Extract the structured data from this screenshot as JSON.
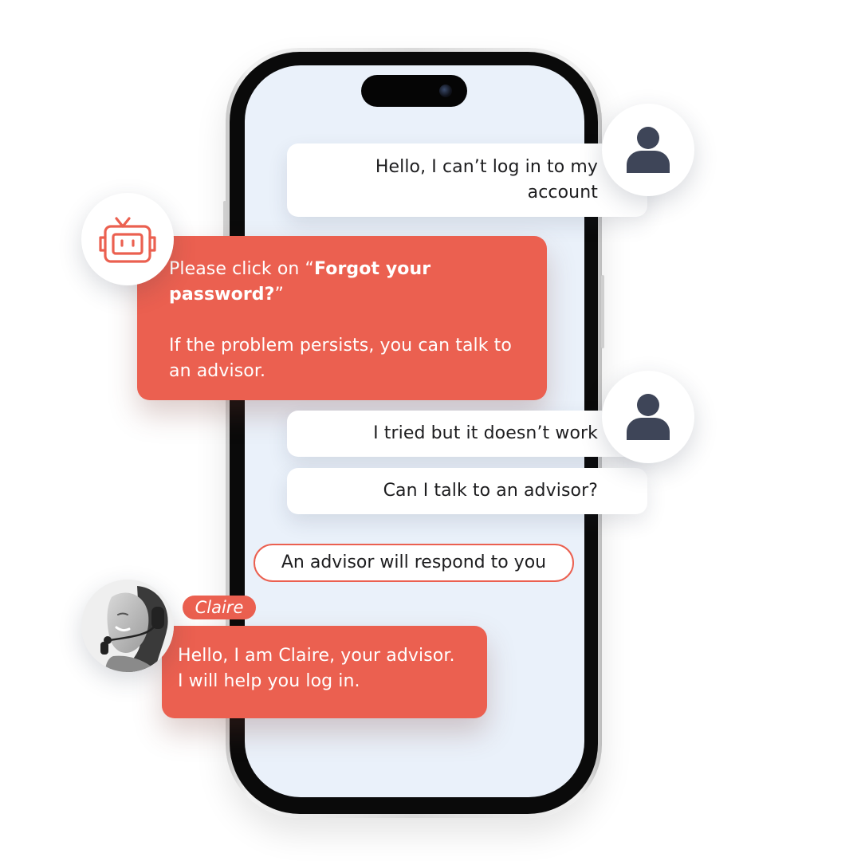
{
  "conversation": {
    "user_message_1": {
      "line1": "Hello, I can’t log in to my",
      "line2": "account"
    },
    "bot_message": {
      "prefix": "Please click on “",
      "bold": "Forgot your password?",
      "suffix": "”",
      "line2": "If the problem persists, you can talk to an advisor."
    },
    "user_message_2": "I tried but it doesn’t work",
    "user_message_3": "Can I talk to an advisor?",
    "status_notice": "An advisor will respond to you",
    "advisor": {
      "name": "Claire",
      "message_line1": "Hello, I am Claire, your advisor.",
      "message_line2": "I will help you log in."
    }
  },
  "icons": {
    "user_avatar": "user-silhouette-icon",
    "bot_avatar": "robot-icon",
    "advisor_avatar": "advisor-photo"
  },
  "colors": {
    "accent": "#eb6050",
    "screen_bg": "#eaf1fa",
    "user_icon": "#3e4558",
    "bubble_user": "#ffffff"
  }
}
